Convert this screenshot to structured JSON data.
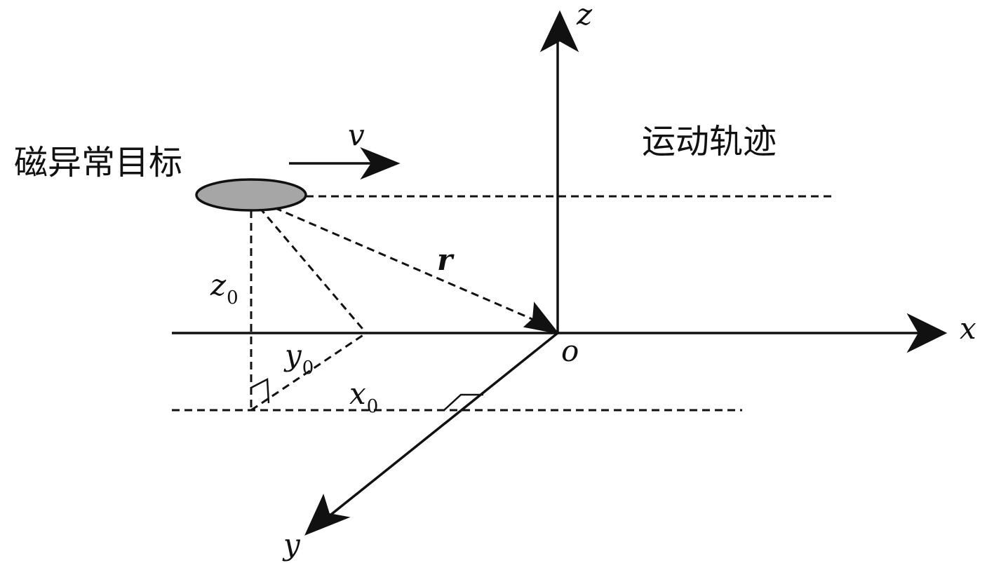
{
  "labels": {
    "target": "磁异常目标",
    "trajectory": "运动轨迹",
    "velocity": "v",
    "r_vector": "r",
    "z0": "z",
    "z0_sub": "0",
    "y0": "y",
    "y0_sub": "0",
    "x0": "x",
    "x0_sub": "0",
    "axis_x": "x",
    "axis_y": "y",
    "axis_z": "z",
    "origin": "o"
  },
  "colors": {
    "line": "#111111",
    "target_fill": "#a6a6a6",
    "background": "#ffffff"
  }
}
